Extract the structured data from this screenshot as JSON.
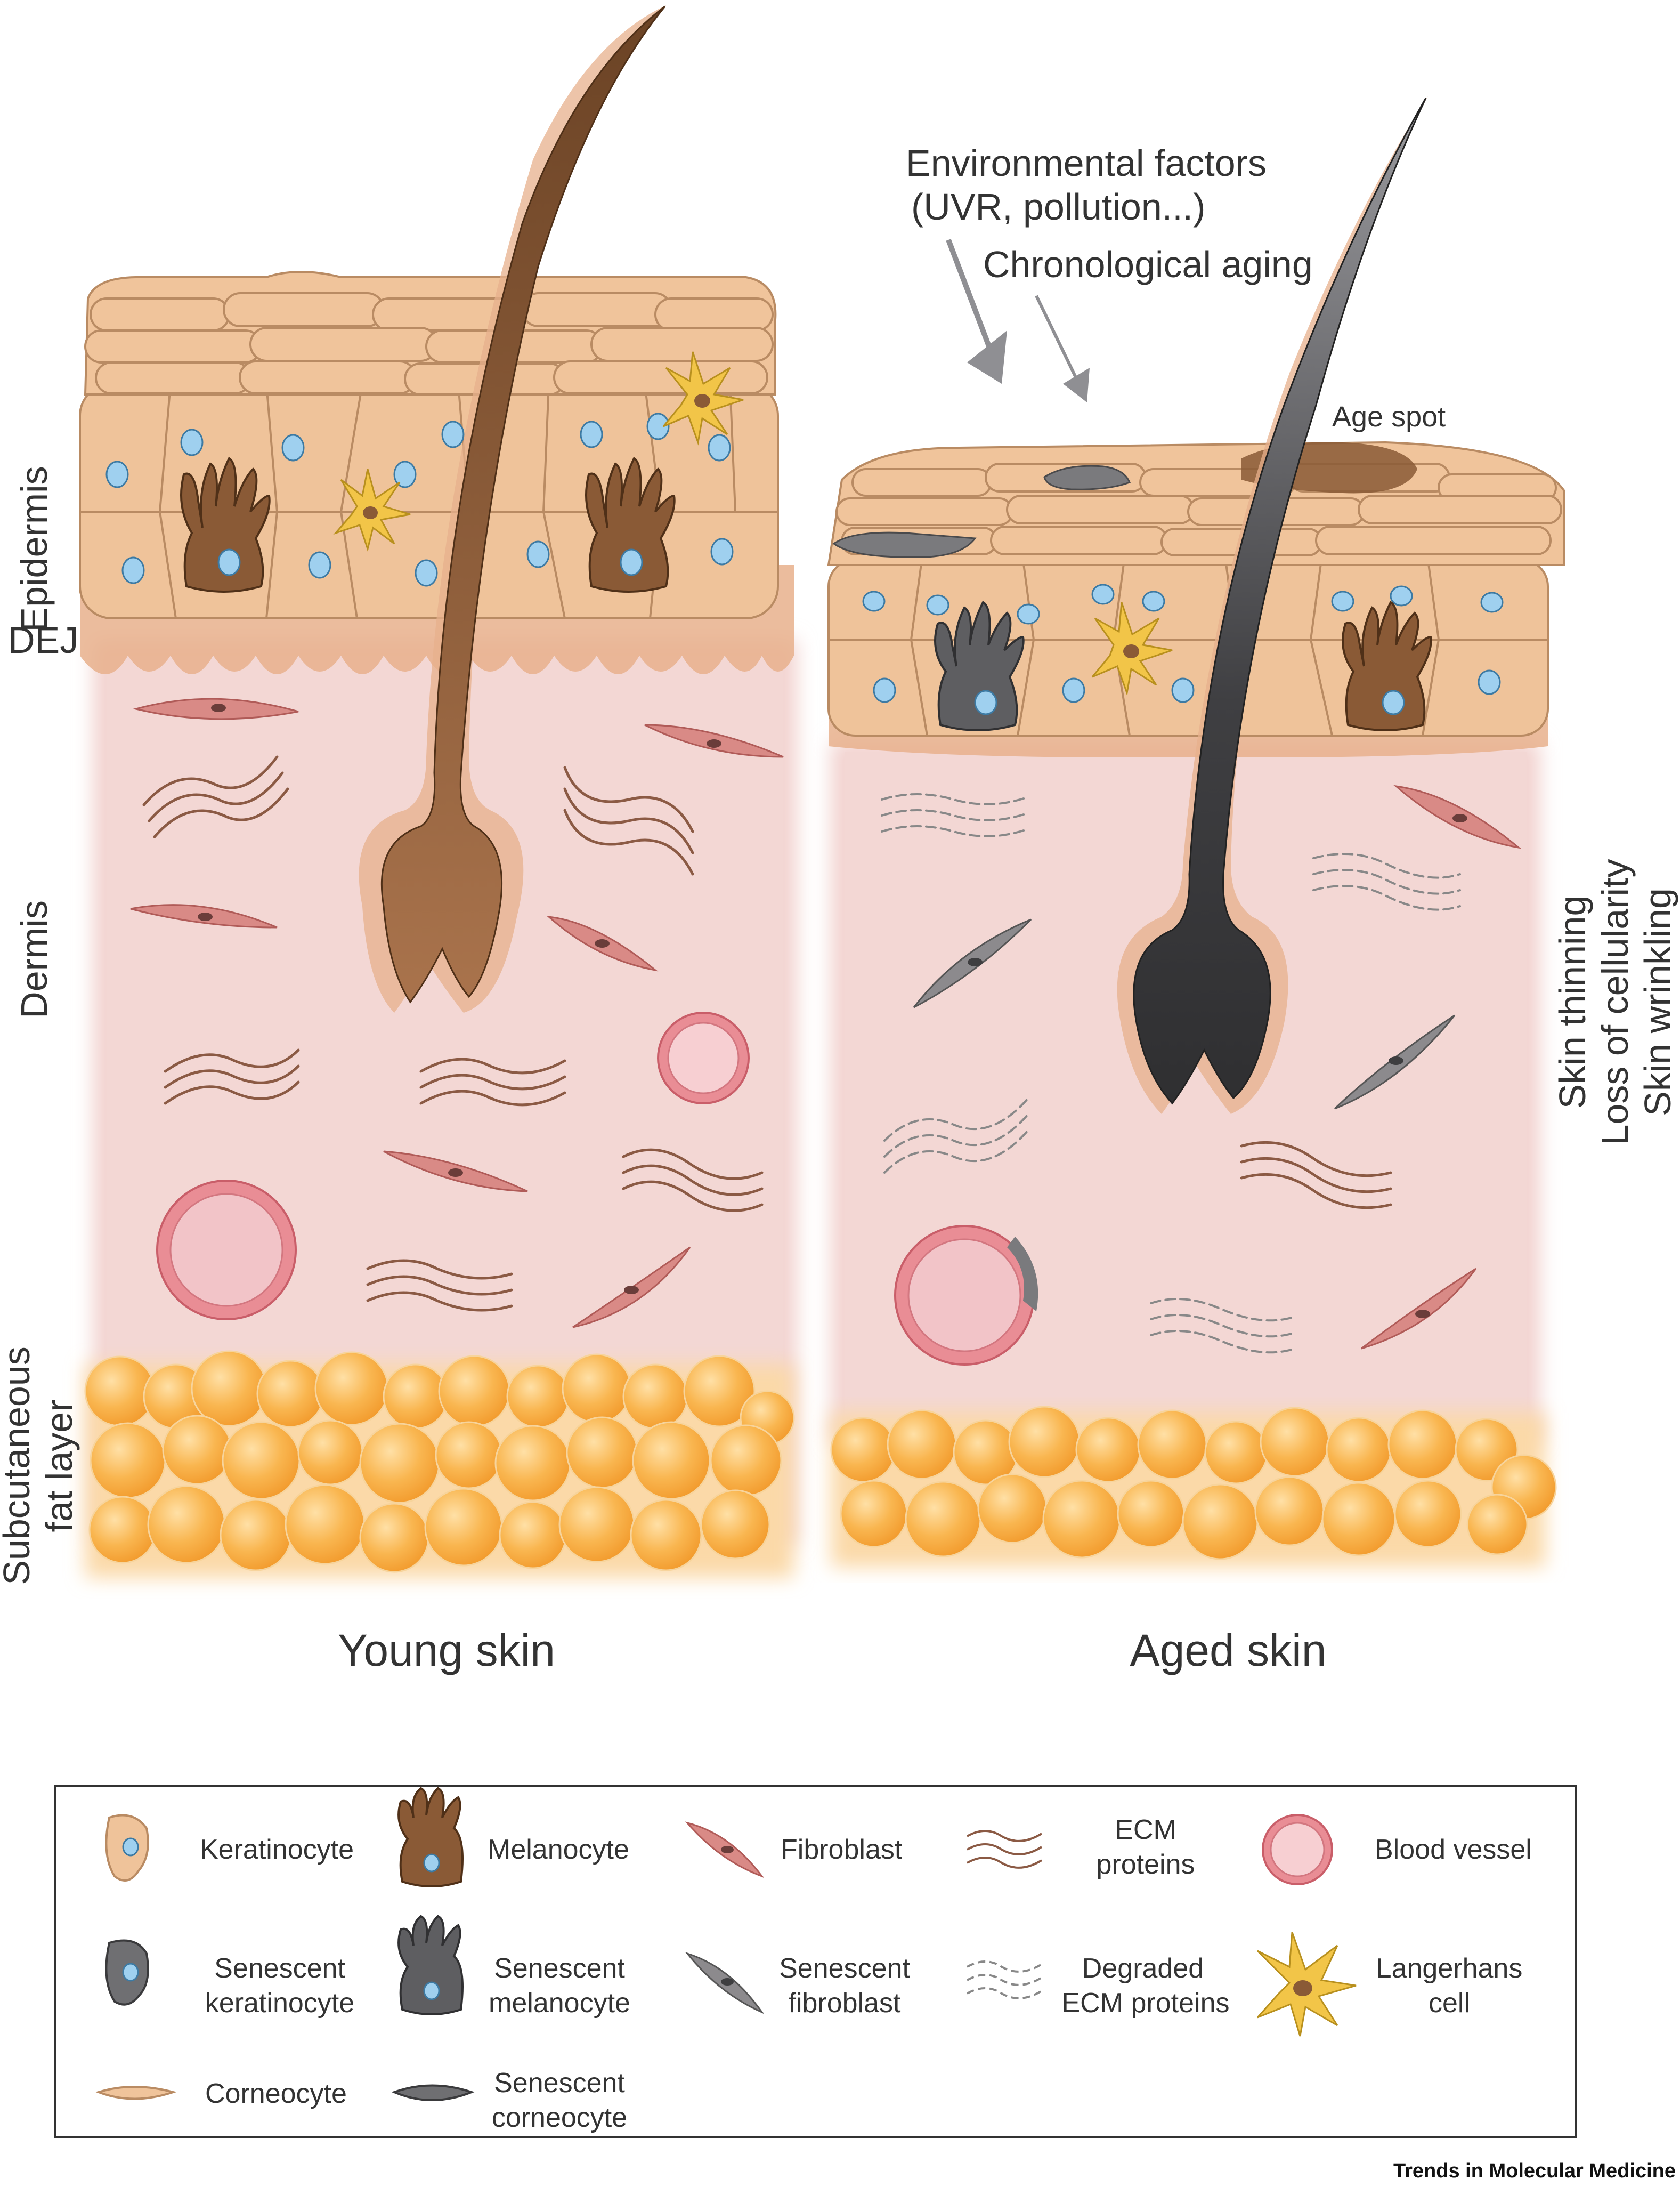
{
  "labels": {
    "epidermis": "Epidermis",
    "dej": "DEJ",
    "dermis": "Dermis",
    "subcutaneous": "Subcutaneous",
    "fat_layer": "fat layer",
    "young_skin": "Young skin",
    "aged_skin": "Aged skin",
    "env_factors_line1": "Environmental factors",
    "env_factors_line2": "(UVR, pollution...)",
    "chronological_aging": "Chronological aging",
    "age_spot": "Age spot",
    "effect_1": "Skin thinning",
    "effect_2": "Loss of cellularity",
    "effect_3": "Skin wrinkling",
    "credit": "Trends in Molecular Medicine"
  },
  "legend": {
    "keratinocyte": "Keratinocyte",
    "melanocyte": "Melanocyte",
    "fibroblast": "Fibroblast",
    "ecm_1": "ECM",
    "ecm_2": "proteins",
    "blood_vessel": "Blood vessel",
    "sen_keratinocyte_1": "Senescent",
    "sen_keratinocyte_2": "keratinocyte",
    "sen_melanocyte_1": "Senescent",
    "sen_melanocyte_2": "melanocyte",
    "sen_fibroblast_1": "Senescent",
    "sen_fibroblast_2": "fibroblast",
    "degraded_ecm_1": "Degraded",
    "degraded_ecm_2": "ECM proteins",
    "langerhans_1": "Langerhans",
    "langerhans_2": "cell",
    "corneocyte": "Corneocyte",
    "sen_corneocyte_1": "Senescent",
    "sen_corneocyte_2": "corneocyte"
  },
  "colors": {
    "keratinocyte": "#efc39a",
    "keratinocyte_stroke": "#b98b63",
    "nucleus": "#9fd0ef",
    "melanocyte": "#8a5a36",
    "senescent": "#6f6f72",
    "fibroblast": "#d98a86",
    "dermis": "#f4d6d3",
    "fat": "#f8b24a",
    "hair_young": "#7a4e2e",
    "hair_aged": "#3d3d40",
    "langerhans": "#f2c548",
    "vessel": "#e98d95"
  }
}
